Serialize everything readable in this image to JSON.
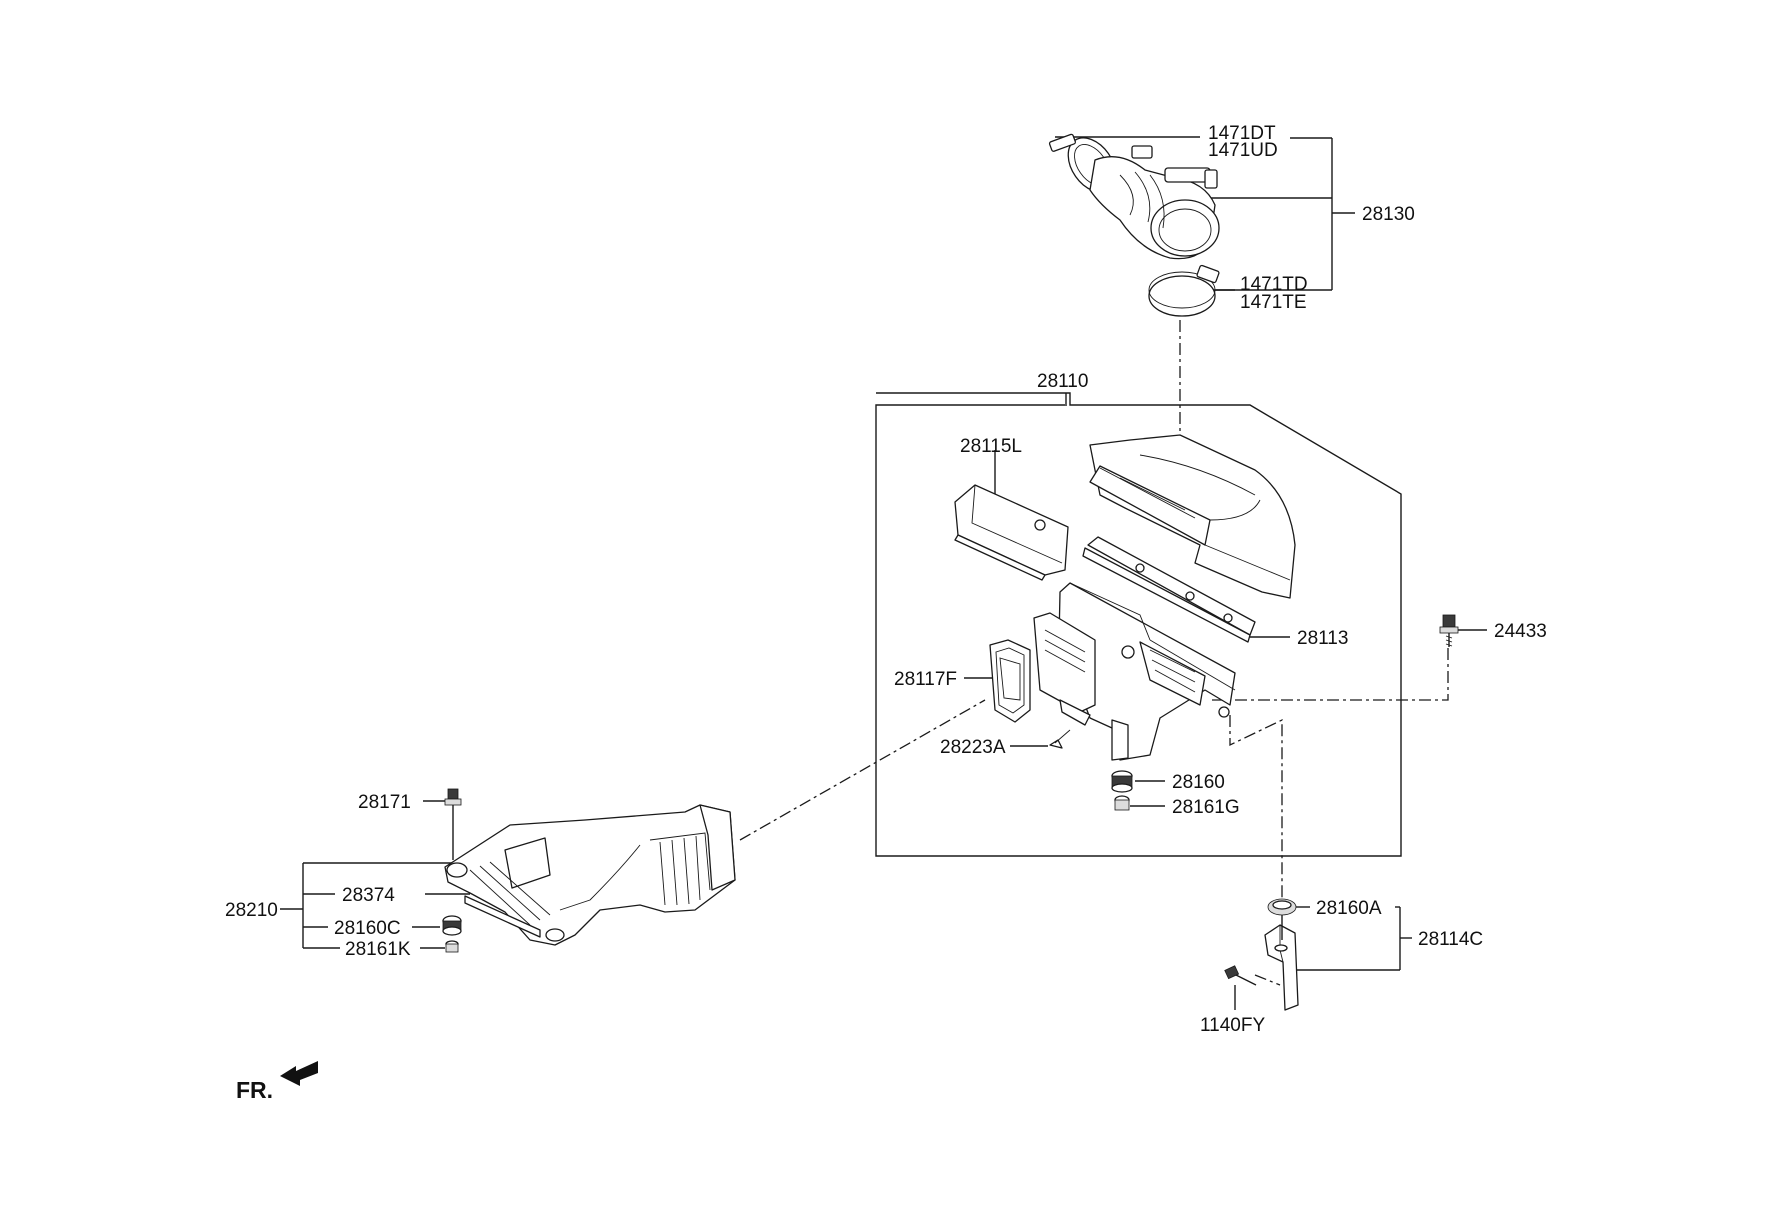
{
  "front_indicator": "FR.",
  "labels": {
    "p1471DT": "1471DT",
    "p1471UD": "1471UD",
    "p28130": "28130",
    "p1471TD": "1471TD",
    "p1471TE": "1471TE",
    "p28110": "28110",
    "p28115L": "28115L",
    "p28113": "28113",
    "p24433": "24433",
    "p28117F": "28117F",
    "p28223A": "28223A",
    "p28160": "28160",
    "p28161G": "28161G",
    "p28171": "28171",
    "p28374": "28374",
    "p28210": "28210",
    "p28160C": "28160C",
    "p28161K": "28161K",
    "p28160A": "28160A",
    "p28114C": "28114C",
    "p1140FY": "1140FY"
  }
}
